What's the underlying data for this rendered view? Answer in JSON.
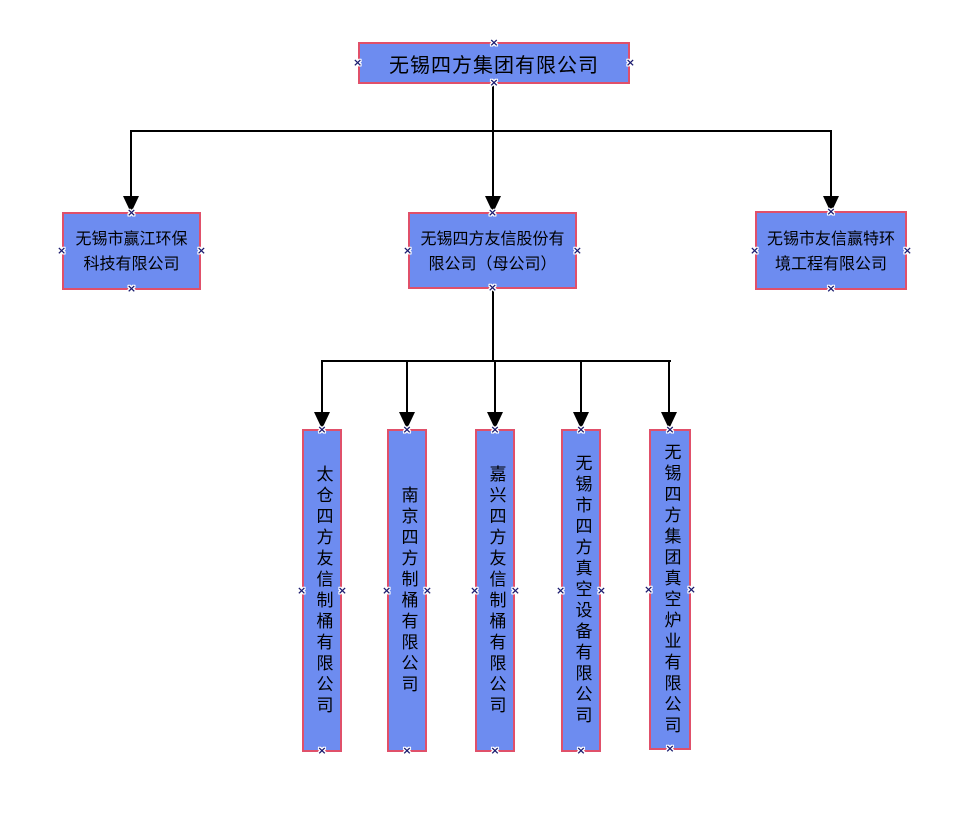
{
  "org_chart": {
    "title_box": "无锡四方集团有限公司",
    "level2": [
      {
        "line1": "无锡市赢江环保",
        "line2": "科技有限公司"
      },
      {
        "line1": "无锡四方友信股份有",
        "line2": "限公司（母公司）"
      },
      {
        "line1": "无锡市友信赢特环",
        "line2": "境工程有限公司"
      }
    ],
    "level3": [
      "太仓四方友信制桶有限公司",
      "南京四方制桶有限公司",
      "嘉兴四方友信制桶有限公司",
      "无锡市四方真空设备有限公司",
      "无锡四方集团真空炉业有限公司"
    ],
    "colors": {
      "box_fill": "#6D8CF0",
      "box_border": "#E0506A",
      "connector": "#000000",
      "text": "#000000"
    },
    "handle_glyph": "×"
  }
}
